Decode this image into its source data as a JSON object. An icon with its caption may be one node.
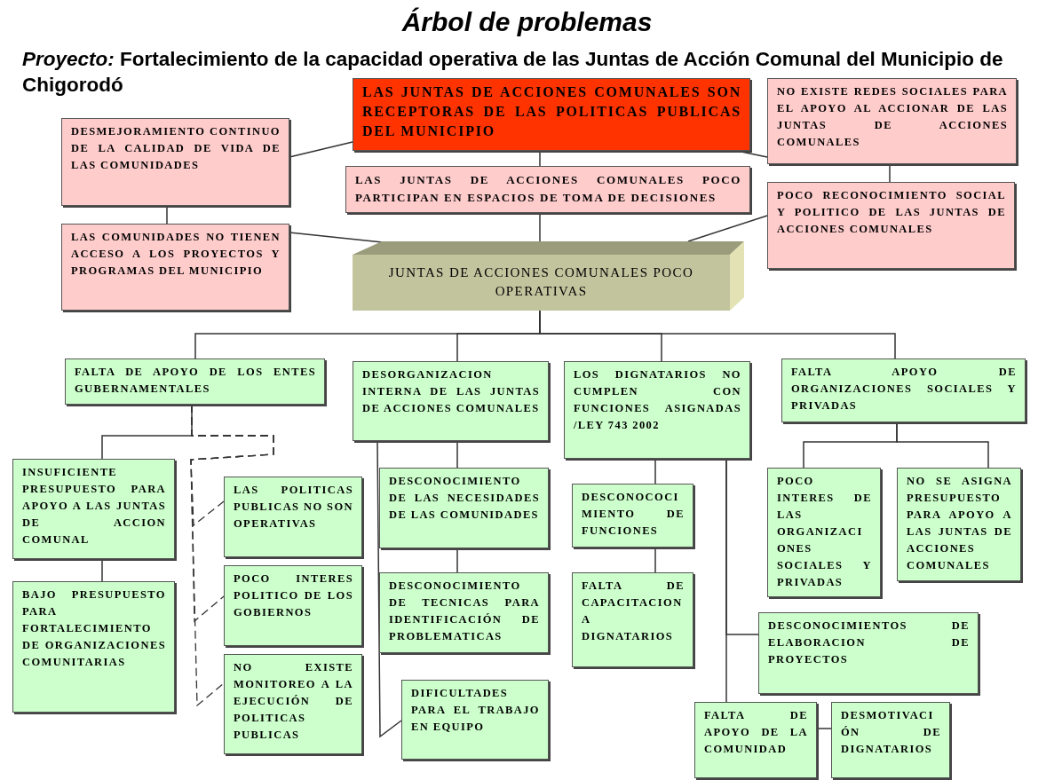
{
  "diagram": {
    "title": "Árbol de problemas",
    "nodes": [
      {
        "text": [
          "LAS JUNTAS DE ACCIONES COMUNALES SON RECEPTORAS DE LAS POLITICAS PUBLICAS DEL MUNICIPIO"
        ]
      },
      {
        "text": [
          "DESMEJORAMIENTO CONTINUO DE LA CALIDAD DE VIDA DE LAS COMUNIDADES"
        ]
      },
      {
        "text": [
          "NO EXISTE REDES SOCIALES PARA EL APOYO AL ACCIONAR DE LAS JUNTAS DE ACCIONES COMUNALES"
        ]
      },
      {
        "text": [
          "LAS JUNTAS DE ACCIONES COMUNALES POCO PARTICIPAN EN ESPACIOS DE TOMA DE DECISIONES"
        ]
      },
      {
        "text": [
          "POCO RECONOCIMIENTO SOCIAL Y POLITICO DE LAS JUNTAS DE ACCIONES COMUNALES"
        ]
      },
      {
        "text": [
          "LAS COMUNIDADES NO TIENEN ACCESO A LOS PROYECTOS Y PROGRAMAS DEL MUNICIPIO"
        ]
      },
      {
        "text": [
          "JUNTAS DE ACCIONES COMUNALES POCO OPERATIVAS"
        ]
      },
      {
        "text": [
          "FALTA DE APOYO DE LOS ENTES GUBERNAMENTALES"
        ]
      },
      {
        "text": [
          "DESORGANIZACION INTERNA DE LAS JUNTAS DE ACCIONES COMUNALES"
        ]
      },
      {
        "text": [
          "LOS DIGNATARIOS NO CUMPLEN CON FUNCIONES ASIGNADAS /LEY 743 2002"
        ]
      },
      {
        "text": [
          "FALTA APOYO DE ORGANIZACIONES SOCIALES Y PRIVADAS"
        ]
      },
      {
        "text": [
          "INSUFICIENTE PRESUPUESTO PARA APOYO A LAS JUNTAS DE ACCION COMUNAL"
        ]
      },
      {
        "text": [
          "LAS POLITICAS PUBLICAS NO SON OPERATIVAS"
        ]
      },
      {
        "text": [
          "DESCONOCIMIENTO DE LAS NECESIDADES DE LAS COMUNIDADES"
        ]
      },
      {
        "text": [
          "DESCONOCOCIMIENTO DE FUNCIONES"
        ]
      },
      {
        "text": [
          "POCO INTERES DE LAS ORGANIZACIONES SOCIALES Y PRIVADAS"
        ]
      },
      {
        "text": [
          "NO SE ASIGNA PRESUPUESTO PARA APOYO A LAS JUNTAS DE ACCIONES COMUNALES"
        ]
      },
      {
        "text": [
          "BAJO PRESUPUESTO PARA FORTALECIMIENTO DE ORGANIZACIONES COMUNITARIAS"
        ]
      },
      {
        "text": [
          "POCO INTERES POLITICO DE LOS GOBIERNOS"
        ]
      },
      {
        "text": [
          "DESCONOCIMIENTO DE TECNICAS PARA IDENTIFICACIÓN DE PROBLEMATICAS"
        ]
      },
      {
        "text": [
          "FALTA DE CAPACITACION A DIGNATARIOS"
        ]
      },
      {
        "text": [
          "DESCONOCIMIENTOS DE ELABORACION DE PROYECTOS"
        ]
      },
      {
        "text": [
          "NO EXISTE MONITOREO A LA EJECUCIÓN DE POLITICAS PUBLICAS"
        ]
      },
      {
        "text": [
          "DIFICULTADES PARA EL TRABAJO EN EQUIPO"
        ]
      },
      {
        "text": [
          "FALTA DE APOYO DE LA COMUNIDAD"
        ]
      },
      {
        "text": [
          "DESMOTIVACIÓN DE DIGNATARIOS"
        ]
      }
    ],
    "edges": [
      {
        "from": 1,
        "to": 0,
        "arrow": "none"
      },
      {
        "from": 1,
        "to": 5,
        "arrow": "none"
      },
      {
        "from": 5,
        "to": 6,
        "arrow": "none"
      },
      {
        "from": 2,
        "to": 0,
        "arrow": "none"
      },
      {
        "from": 2,
        "to": 4,
        "arrow": "none"
      },
      {
        "from": 4,
        "to": 6,
        "arrow": "none"
      },
      {
        "from": 0,
        "to": 3,
        "arrow": "none"
      },
      {
        "from": 3,
        "to": 6,
        "arrow": "none"
      },
      {
        "from": 6,
        "to": 7,
        "arrow": "none"
      },
      {
        "from": 6,
        "to": 8,
        "arrow": "none"
      },
      {
        "from": 6,
        "to": 9,
        "arrow": "none"
      },
      {
        "from": 6,
        "to": 10,
        "arrow": "none"
      },
      {
        "from": 7,
        "to": 11,
        "arrow": "none"
      },
      {
        "from": 7,
        "to": 12,
        "arrow": "none",
        "style": "dashed"
      },
      {
        "from": 7,
        "to": 18,
        "arrow": "none",
        "style": "dashed"
      },
      {
        "from": 7,
        "to": 22,
        "arrow": "none",
        "style": "dashed"
      },
      {
        "from": 11,
        "to": 17,
        "arrow": "none"
      },
      {
        "from": 8,
        "to": 13,
        "arrow": "none"
      },
      {
        "from": 13,
        "to": 19,
        "arrow": "none"
      },
      {
        "from": 8,
        "to": 23,
        "arrow": "none"
      },
      {
        "from": 9,
        "to": 14,
        "arrow": "none"
      },
      {
        "from": 14,
        "to": 20,
        "arrow": "none"
      },
      {
        "from": 9,
        "to": 21,
        "arrow": "none"
      },
      {
        "from": 9,
        "to": 24,
        "arrow": "none"
      },
      {
        "from": 24,
        "to": 25,
        "arrow": "none"
      },
      {
        "from": 10,
        "to": 15,
        "arrow": "none"
      },
      {
        "from": 10,
        "to": 16,
        "arrow": "none"
      }
    ],
    "labels": [
      "*Proyecto:* Fortalecimiento de la capacidad operativa de las Juntas de Acción Comunal del Municipio de Chigorodó"
    ]
  }
}
